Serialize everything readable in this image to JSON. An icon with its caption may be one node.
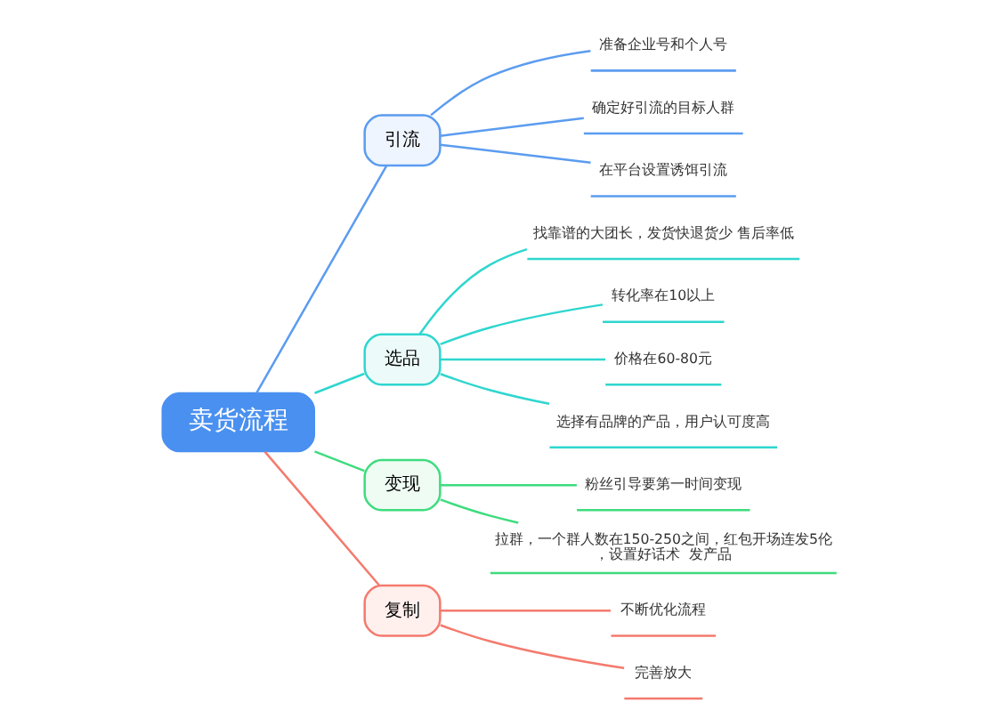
{
  "diagram": {
    "nodes": [
      {
        "text": [
          "卖货流程"
        ]
      },
      {
        "text": [
          "引流"
        ]
      },
      {
        "text": [
          "准备企业号和个人号"
        ]
      },
      {
        "text": [
          "确定好引流的目标人群"
        ]
      },
      {
        "text": [
          "在平台设置诱饵引流"
        ]
      },
      {
        "text": [
          "选品"
        ]
      },
      {
        "text": [
          "找靠谱的大团长，发货快退货少 售后率低"
        ]
      },
      {
        "text": [
          "转化率在10以上"
        ]
      },
      {
        "text": [
          "价格在60-80元"
        ]
      },
      {
        "text": [
          "选择有品牌的产品，用户认可度高"
        ]
      },
      {
        "text": [
          "变现"
        ]
      },
      {
        "text": [
          "粉丝引导要第一时间变现"
        ]
      },
      {
        "text": [
          "拉群，一个群人数在150-250之间，红包开场连发5伦，设置好话术  发产品"
        ]
      },
      {
        "text": [
          "复制"
        ]
      },
      {
        "text": [
          "不断优化流程"
        ]
      },
      {
        "text": [
          "完善放大"
        ]
      }
    ],
    "edges": [
      {
        "from": 0,
        "to": 1,
        "arrow": "none",
        "color": "#5b9cf0"
      },
      {
        "from": 1,
        "to": 2,
        "arrow": "none",
        "color": "#5b9cf0"
      },
      {
        "from": 1,
        "to": 3,
        "arrow": "none",
        "color": "#5b9cf0"
      },
      {
        "from": 1,
        "to": 4,
        "arrow": "none",
        "color": "#5b9cf0"
      },
      {
        "from": 0,
        "to": 5,
        "arrow": "none",
        "color": "#2fd6cf"
      },
      {
        "from": 5,
        "to": 6,
        "arrow": "none",
        "color": "#2fd6cf"
      },
      {
        "from": 5,
        "to": 7,
        "arrow": "none",
        "color": "#2fd6cf"
      },
      {
        "from": 5,
        "to": 8,
        "arrow": "none",
        "color": "#2fd6cf"
      },
      {
        "from": 5,
        "to": 9,
        "arrow": "none",
        "color": "#2fd6cf"
      },
      {
        "from": 0,
        "to": 10,
        "arrow": "none",
        "color": "#3edc7e"
      },
      {
        "from": 10,
        "to": 11,
        "arrow": "none",
        "color": "#3edc7e"
      },
      {
        "from": 10,
        "to": 12,
        "arrow": "none",
        "color": "#3edc7e"
      },
      {
        "from": 0,
        "to": 13,
        "arrow": "none",
        "color": "#f47a6e"
      },
      {
        "from": 13,
        "to": 14,
        "arrow": "none",
        "color": "#f47a6e"
      },
      {
        "from": 13,
        "to": 15,
        "arrow": "none",
        "color": "#f47a6e"
      }
    ]
  }
}
